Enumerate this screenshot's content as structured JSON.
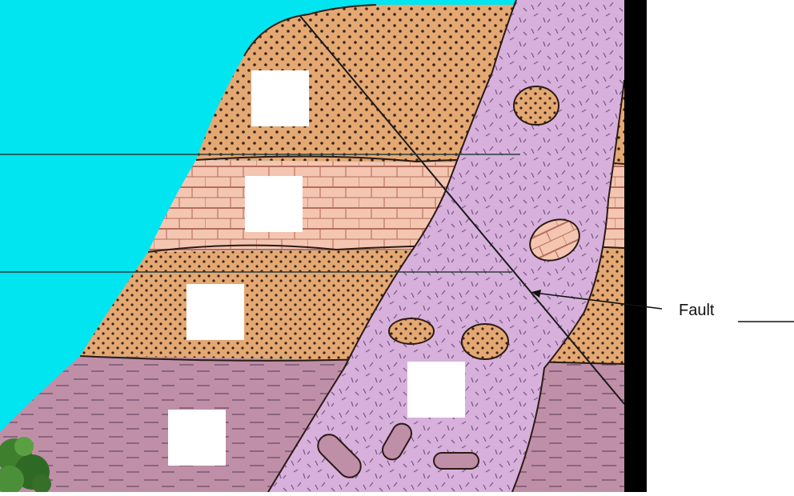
{
  "diagram": {
    "label": {
      "text": "Fault"
    },
    "colors": {
      "sky": "#00E5F0",
      "sandstone": "#E4A873",
      "limestone": "#F4C6B2",
      "shale": "#BF8FA8",
      "igneous": "#D7B1DC",
      "outline": "#222222",
      "frame": "#000000",
      "answer_box": "#FFFFFF",
      "vegetation": "#3E7F2E"
    },
    "icons": [
      "tree-icon"
    ],
    "answer_boxes": [
      "layer-1-box",
      "layer-2-box",
      "layer-3-box",
      "layer-4-box",
      "intrusion-box"
    ]
  }
}
